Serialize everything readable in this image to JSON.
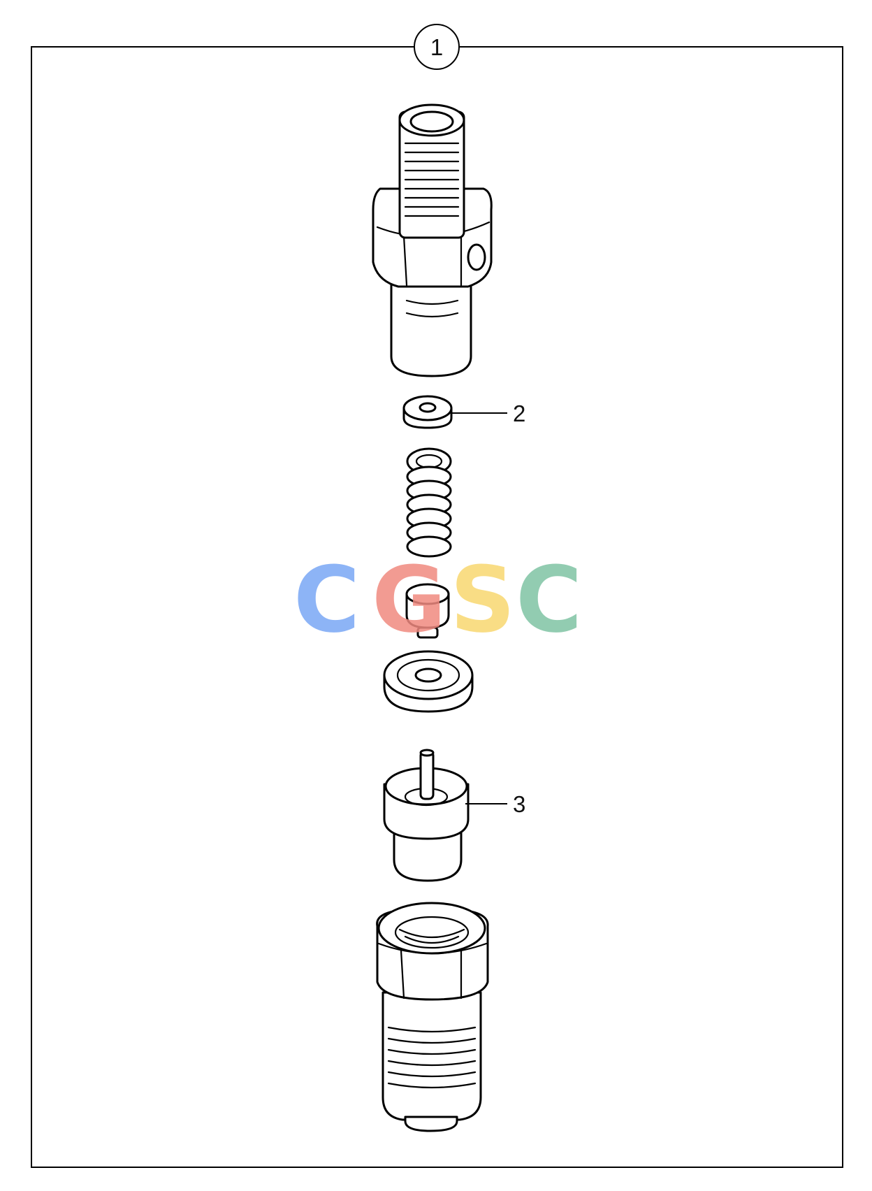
{
  "figure": {
    "assembly_callout": "1",
    "callouts": [
      {
        "id": "washer",
        "label": "2"
      },
      {
        "id": "nozzle",
        "label": "3"
      }
    ]
  },
  "watermark": {
    "letters": [
      "C",
      "G",
      "S",
      "C"
    ],
    "colors": [
      "#7aa7f5",
      "#f08a80",
      "#f8d870",
      "#80c4a4"
    ]
  },
  "colors": {
    "line": "#000000",
    "background": "#ffffff"
  }
}
